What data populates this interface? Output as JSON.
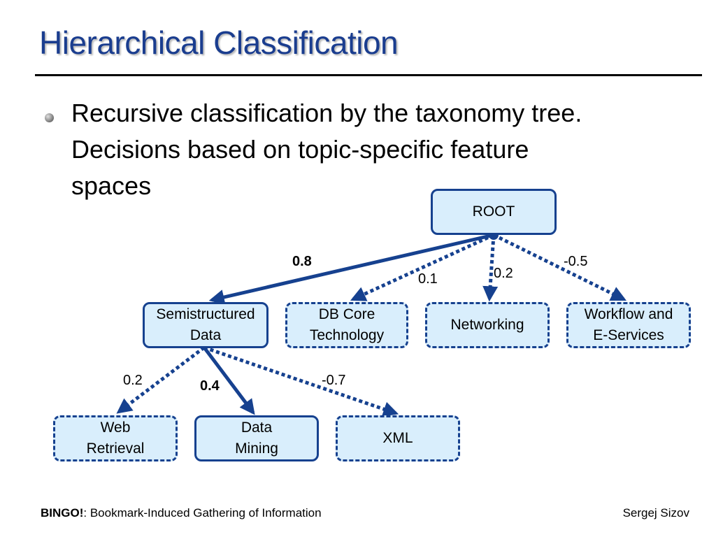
{
  "slide": {
    "title": "Hierarchical Classification",
    "bullet_lines": [
      "Recursive classification by the taxonomy tree.",
      "Decisions based on topic-specific feature",
      "spaces"
    ]
  },
  "tree": {
    "root": "ROOT",
    "level1": [
      {
        "lines": [
          "Semistructured",
          "Data"
        ],
        "weight": "0.8",
        "selected": true
      },
      {
        "lines": [
          "DB Core",
          "Technology"
        ],
        "weight": "0.1",
        "selected": false
      },
      {
        "lines": [
          "Networking"
        ],
        "weight": "0.2",
        "selected": false
      },
      {
        "lines": [
          "Workflow and",
          "E-Services"
        ],
        "weight": "-0.5",
        "selected": false
      }
    ],
    "level2": [
      {
        "lines": [
          "Web",
          "Retrieval"
        ],
        "weight": "0.2",
        "selected": false
      },
      {
        "lines": [
          "Data",
          "Mining"
        ],
        "weight": "0.4",
        "selected": true
      },
      {
        "lines": [
          "XML"
        ],
        "weight": "-0.7",
        "selected": false
      }
    ]
  },
  "footer": {
    "brand": "BINGO!",
    "subtitle": ": Bookmark-Induced Gathering of Information",
    "author": "Sergej Sizov"
  },
  "colors": {
    "edge": "#16418f",
    "node_fill": "#d9eefc",
    "title": "#1a3d8f"
  }
}
